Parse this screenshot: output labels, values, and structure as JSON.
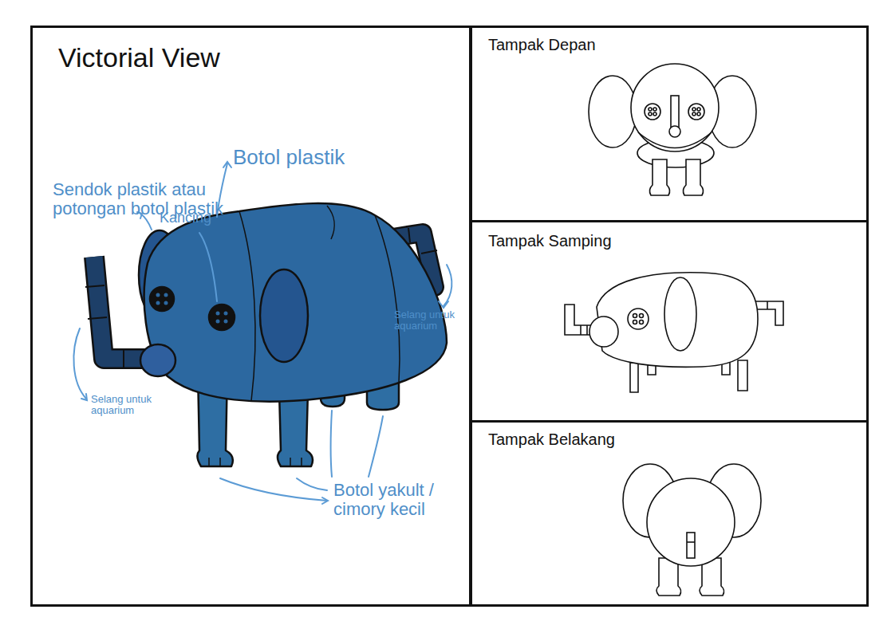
{
  "diagram": {
    "nodes": [
      {
        "text": [
          "Victorial View"
        ]
      },
      {
        "text": [
          "Tampak Depan"
        ]
      },
      {
        "text": [
          "Tampak Samping"
        ]
      },
      {
        "text": [
          "Tampak Belakang"
        ]
      }
    ],
    "labels": [
      "Sendok plastik atau potongan botol plastik",
      "Kancing",
      "Botol plastik",
      "Selang untuk aquarium",
      "Selang untuk aquarium",
      "Botol yakult / cimory kecil"
    ]
  }
}
